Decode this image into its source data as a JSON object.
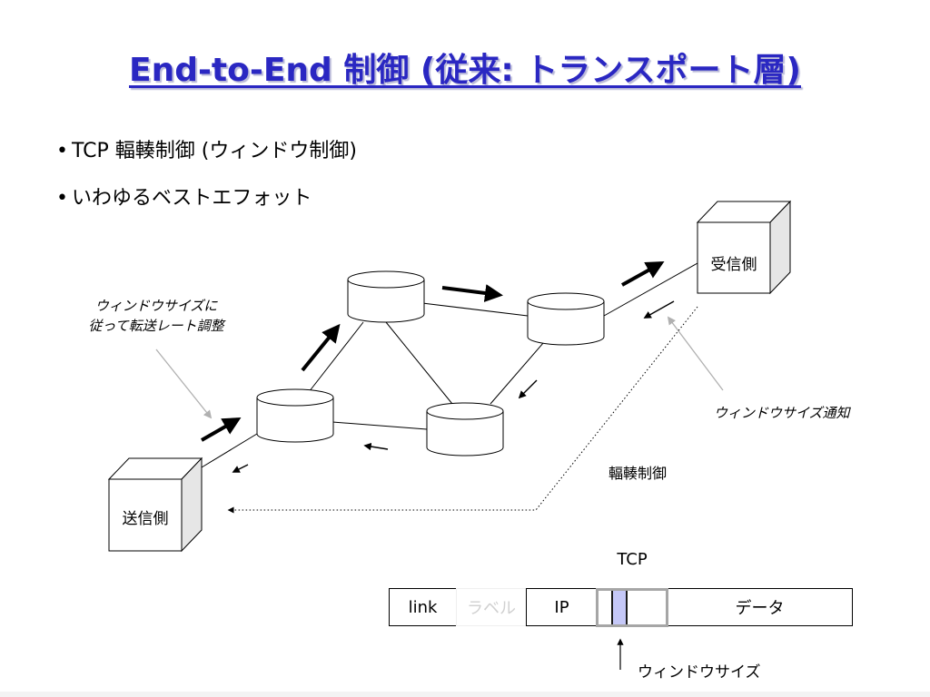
{
  "title": "End-to-End 制御 (従来: トランスポート層)",
  "bullets": [
    "TCP 輻輳制御 (ウィンドウ制御)",
    "いわゆるベストエフォット"
  ],
  "bullet_symbol": "•",
  "diagram": {
    "sender_label": "送信側",
    "receiver_label": "受信側",
    "annotation_rate": [
      "ウィンドウサイズに",
      "従って転送レート調整"
    ],
    "annotation_notify": "ウィンドウサイズ通知",
    "annotation_congestion": "輻輳制御"
  },
  "header": {
    "tcp_label": "TCP",
    "fields": {
      "link": "link",
      "label": "ラベル",
      "ip": "IP",
      "data": "データ"
    },
    "window_size_label": "ウィンドウサイズ"
  },
  "colors": {
    "title": "#2a27c2",
    "label_field_text": "#d0d0d0",
    "window_field": "#c5c8f8",
    "tcp_border": "#a6a6a6"
  }
}
